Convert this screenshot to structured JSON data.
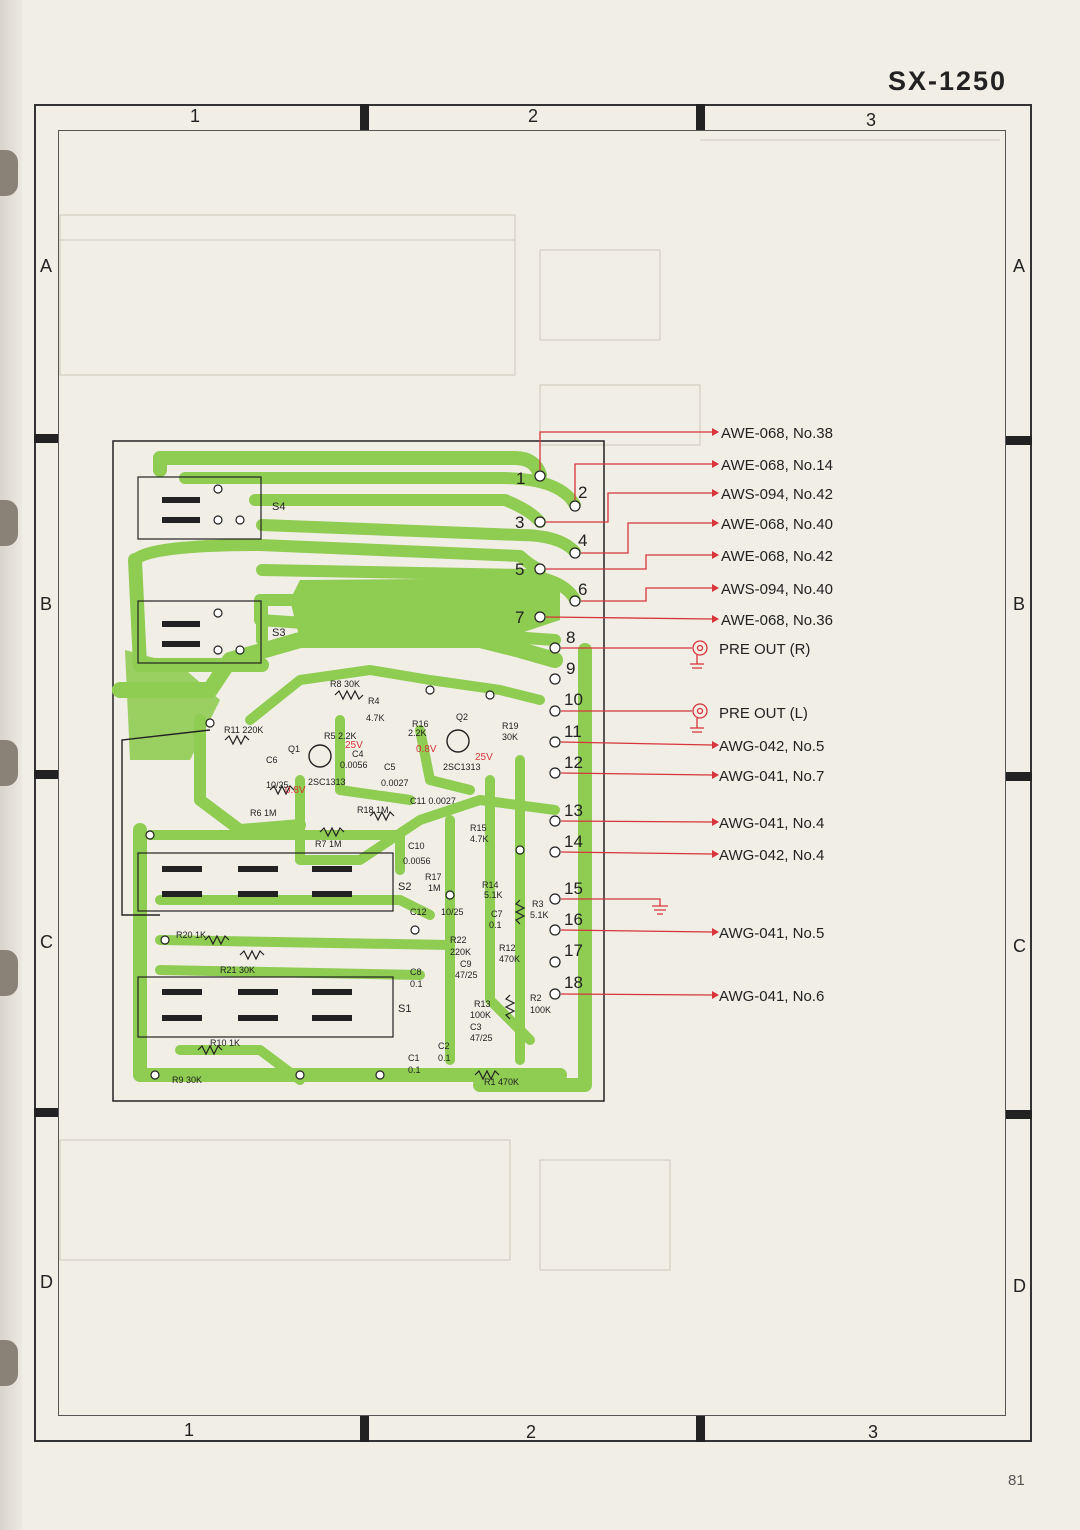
{
  "page": {
    "model_title": "SX-1250",
    "page_number": "81"
  },
  "grid": {
    "columns": [
      "1",
      "2",
      "3"
    ],
    "rows": [
      "A",
      "B",
      "C",
      "D"
    ]
  },
  "board": {
    "terminals": [
      "1",
      "2",
      "3",
      "4",
      "5",
      "6",
      "7",
      "8",
      "9",
      "10",
      "11",
      "12",
      "13",
      "14",
      "15",
      "16",
      "17",
      "18"
    ],
    "switches": [
      "S4",
      "S3",
      "S2",
      "S1"
    ],
    "components": [
      "R8 30K",
      "R4",
      "4.7K",
      "R16",
      "2.2K",
      "Q2",
      "R19",
      "30K",
      "R11 220K",
      "R5 2.2K",
      "Q1",
      "C6",
      "10/25",
      "C4",
      "0.0056",
      "C5",
      "2SC1313",
      "2SC1313",
      "R6 1M",
      "R18 1M",
      "C11 0.0027",
      "0.0027",
      "R7 1M",
      "C10",
      "0.0056",
      "R15",
      "4.7K",
      "R17",
      "1M",
      "C12",
      "10/25",
      "R14",
      "5.1K",
      "C7",
      "0.1",
      "R3",
      "5.1K",
      "R20 1K",
      "R22",
      "220K",
      "R12",
      "470K",
      "C9",
      "47/25",
      "R21 30K",
      "C8",
      "0.1",
      "R13",
      "100K",
      "R2",
      "100K",
      "C3",
      "47/25",
      "R10 1K",
      "C1",
      "0.1",
      "C2",
      "0.1",
      "R9 30K",
      "R1 470K"
    ],
    "voltages": [
      "25V",
      "0.8V",
      "0.8V",
      "25V"
    ]
  },
  "connections": [
    {
      "label": "AWE-068, No.38"
    },
    {
      "label": "AWE-068, No.14"
    },
    {
      "label": "AWS-094, No.42"
    },
    {
      "label": "AWE-068, No.40"
    },
    {
      "label": "AWE-068, No.42"
    },
    {
      "label": "AWS-094, No.40"
    },
    {
      "label": "AWE-068, No.36"
    },
    {
      "label": "PRE OUT (R)"
    },
    {
      "label": "PRE OUT (L)"
    },
    {
      "label": "AWG-042, No.5"
    },
    {
      "label": "AWG-041, No.7"
    },
    {
      "label": "AWG-041, No.4"
    },
    {
      "label": "AWG-042, No.4"
    },
    {
      "label": "AWG-041, No.5"
    },
    {
      "label": "AWG-041, No.6"
    }
  ],
  "colors": {
    "trace_green": "#8fcc52",
    "wire_red": "#d8343c",
    "text": "#2a2a2a"
  }
}
